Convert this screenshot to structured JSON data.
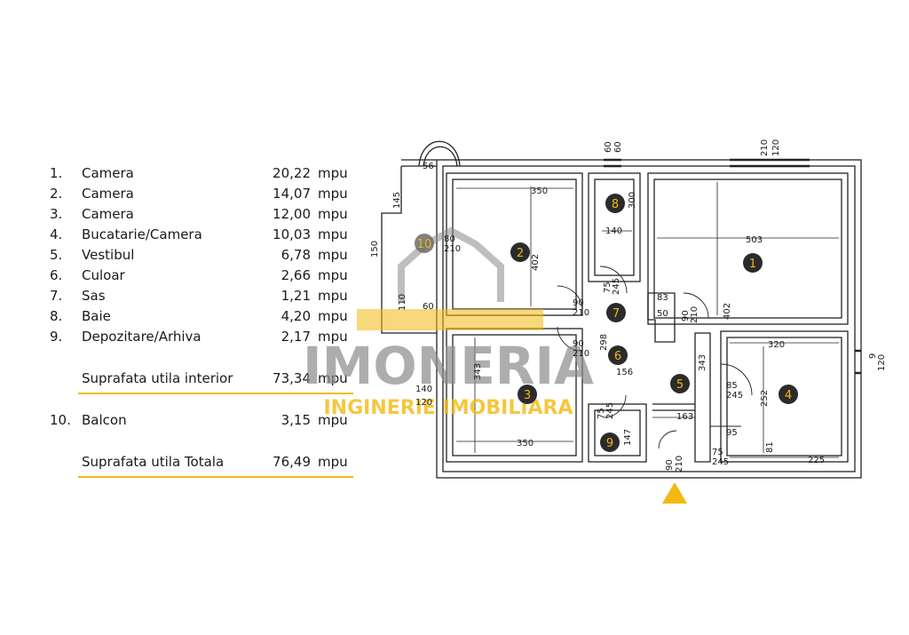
{
  "legend": {
    "rooms": [
      {
        "num": "1.",
        "name": "Camera",
        "area": "20,22",
        "unit": "mpu"
      },
      {
        "num": "2.",
        "name": "Camera",
        "area": "14,07",
        "unit": "mpu"
      },
      {
        "num": "3.",
        "name": "Camera",
        "area": "12,00",
        "unit": "mpu"
      },
      {
        "num": "4.",
        "name": "Bucatarie/Camera",
        "area": "10,03",
        "unit": "mpu"
      },
      {
        "num": "5.",
        "name": "Vestibul",
        "area": "6,78",
        "unit": "mpu"
      },
      {
        "num": "6.",
        "name": "Culoar",
        "area": "2,66",
        "unit": "mpu"
      },
      {
        "num": "7.",
        "name": "Sas",
        "area": "1,21",
        "unit": "mpu"
      },
      {
        "num": "8.",
        "name": "Baie",
        "area": "4,20",
        "unit": "mpu"
      },
      {
        "num": "9.",
        "name": "Depozitare/Arhiva",
        "area": "2,17",
        "unit": "mpu"
      }
    ],
    "interior": {
      "name": "Suprafata utila interior",
      "area": "73,34",
      "unit": "mpu"
    },
    "balcony": {
      "num": "10.",
      "name": "Balcon",
      "area": "3,15",
      "unit": "mpu"
    },
    "total": {
      "name": "Suprafata utila Totala",
      "area": "76,49",
      "unit": "mpu"
    }
  },
  "watermark": {
    "brand": "IMONERIA",
    "tagline": "INGINERIE IMOBILIARA"
  },
  "plan": {
    "markers": [
      "1",
      "2",
      "3",
      "4",
      "5",
      "6",
      "7",
      "8",
      "9",
      "10"
    ],
    "dims": {
      "d503": "503",
      "d350a": "350",
      "d350b": "350",
      "d320": "320",
      "d225": "225",
      "d163": "163",
      "d156": "156",
      "d140a": "140",
      "d140b": "140",
      "d120": "120",
      "d145": "145",
      "d56": "56",
      "d60": "60",
      "d300": "300",
      "d402a": "402",
      "d402b": "402",
      "d343a": "343",
      "d343b": "343",
      "d298": "298",
      "d252": "252",
      "d147": "147",
      "d81": "81",
      "d83": "83",
      "d50": "50",
      "d150": "150",
      "d110": "110",
      "win60": "60",
      "win60b": "60",
      "win210": "210",
      "win120": "120",
      "win9": "9",
      "win120b": "120",
      "dr90": "90",
      "dr210": "210",
      "dr90b": "90",
      "dr210b": "210",
      "dr90c": "90",
      "dr210c": "210",
      "dr90d": "90",
      "dr210d": "210",
      "dr75": "75",
      "dr245": "245",
      "dr75b": "75",
      "dr245b": "245",
      "dr75c": "75",
      "dr245c": "245",
      "dr85": "85",
      "dr245d": "245",
      "dr80": "80",
      "dr210e": "210",
      "dr95": "95"
    }
  },
  "colors": {
    "accent": "#f2b90f",
    "marker_bg": "#2b2b2b",
    "marker_text": "#f2b90f",
    "wall": "#222222",
    "watermark": "#8a8a8a"
  }
}
